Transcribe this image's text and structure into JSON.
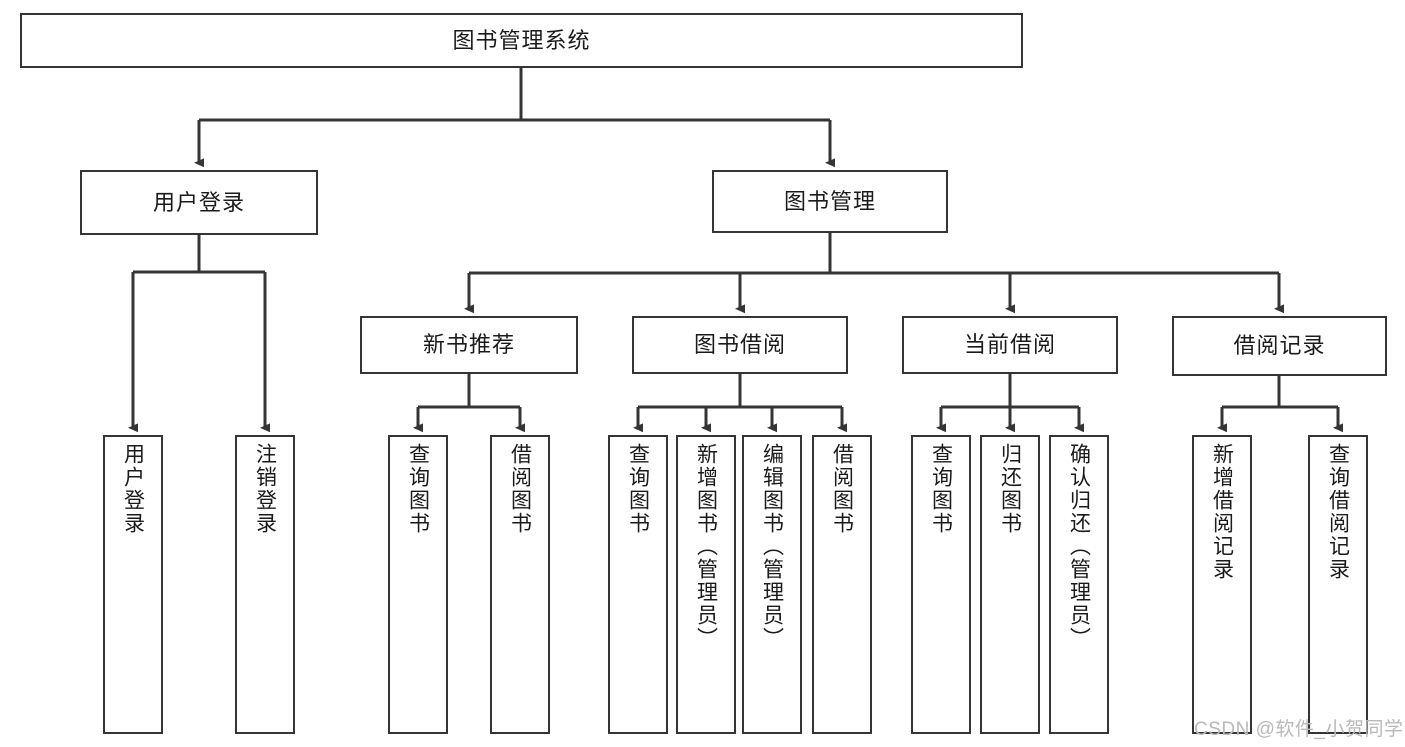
{
  "diagram": {
    "title": "图书管理系统",
    "type": "tree-hierarchy-chart",
    "root": {
      "id": "root",
      "label": "图书管理系统"
    },
    "level1": [
      {
        "id": "user-login",
        "label": "用户登录"
      },
      {
        "id": "book-management",
        "label": "图书管理"
      }
    ],
    "level2": [
      {
        "id": "new-book-recommend",
        "label": "新书推荐",
        "parent": "book-management"
      },
      {
        "id": "book-borrow",
        "label": "图书借阅",
        "parent": "book-management"
      },
      {
        "id": "current-borrow",
        "label": "当前借阅",
        "parent": "book-management"
      },
      {
        "id": "borrow-record",
        "label": "借阅记录",
        "parent": "book-management"
      }
    ],
    "leaves": {
      "user-login": [
        {
          "id": "leaf-user-login",
          "label": "用户登录"
        },
        {
          "id": "leaf-user-logout",
          "label": "注销登录"
        }
      ],
      "new-book-recommend": [
        {
          "id": "leaf-query-book-1",
          "label": "查询图书"
        },
        {
          "id": "leaf-borrow-book-1",
          "label": "借阅图书"
        }
      ],
      "book-borrow": [
        {
          "id": "leaf-query-book-2",
          "label": "查询图书"
        },
        {
          "id": "leaf-add-book",
          "label": "新增图书（管理员）"
        },
        {
          "id": "leaf-edit-book",
          "label": "编辑图书（管理员）"
        },
        {
          "id": "leaf-borrow-book-2",
          "label": "借阅图书"
        }
      ],
      "current-borrow": [
        {
          "id": "leaf-query-book-3",
          "label": "查询图书"
        },
        {
          "id": "leaf-return-book",
          "label": "归还图书"
        },
        {
          "id": "leaf-confirm-return",
          "label": "确认归还（管理员）"
        }
      ],
      "borrow-record": [
        {
          "id": "leaf-add-record",
          "label": "新增借阅记录"
        },
        {
          "id": "leaf-query-record",
          "label": "查询借阅记录"
        }
      ]
    }
  },
  "watermark": {
    "text": "CSDN @软件_小贺同学"
  },
  "colors": {
    "stroke": "#353535",
    "box_fill": "#ffffff",
    "text": "#1b1b1b",
    "watermark": "#b9b9b9",
    "background": "#ffffff"
  }
}
